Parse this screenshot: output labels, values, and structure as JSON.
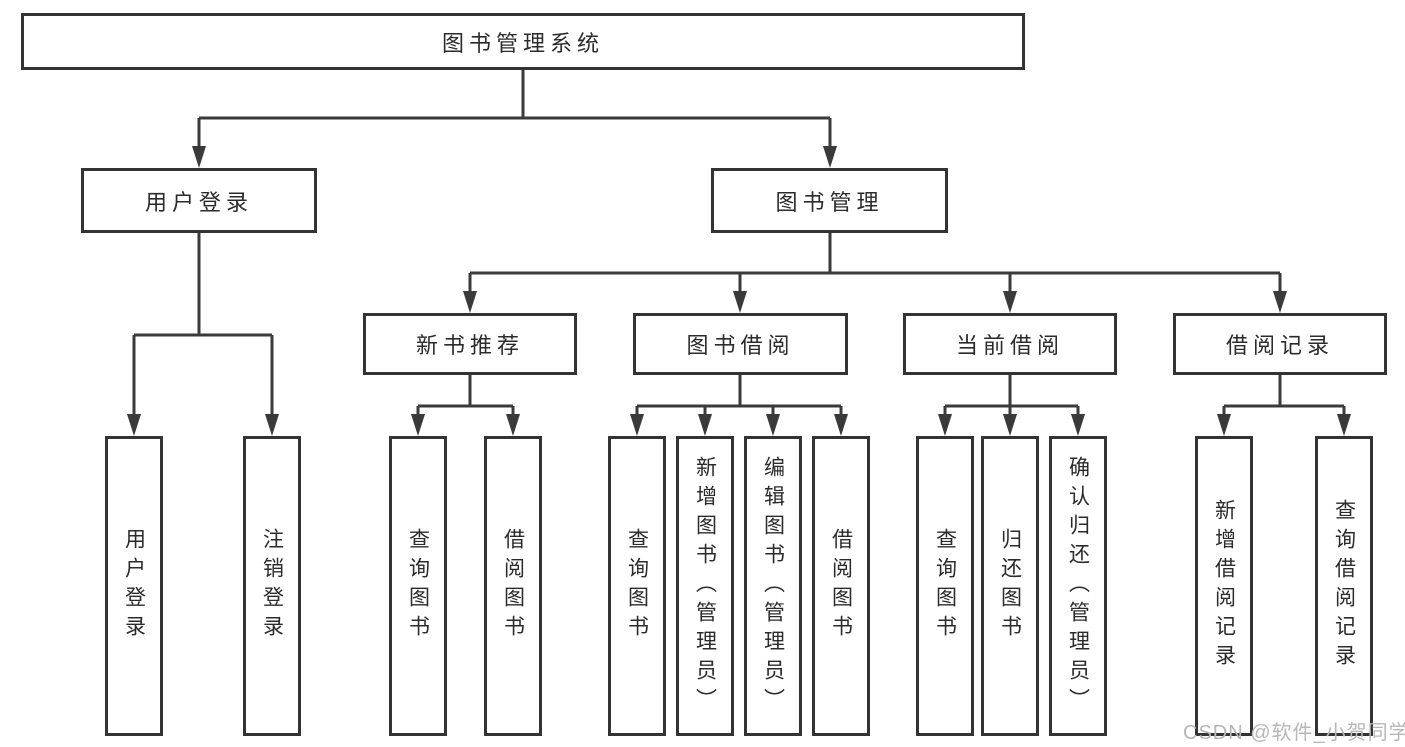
{
  "tree": {
    "label": "图书管理系统",
    "children": [
      {
        "label": "用户登录",
        "children": [
          {
            "label": "用户登录"
          },
          {
            "label": "注销登录"
          }
        ]
      },
      {
        "label": "图书管理",
        "children": [
          {
            "label": "新书推荐",
            "children": [
              {
                "label": "查询图书"
              },
              {
                "label": "借阅图书"
              }
            ]
          },
          {
            "label": "图书借阅",
            "children": [
              {
                "label": "查询图书"
              },
              {
                "label": "新增图书（管理员）"
              },
              {
                "label": "编辑图书（管理员）"
              },
              {
                "label": "借阅图书"
              }
            ]
          },
          {
            "label": "当前借阅",
            "children": [
              {
                "label": "查询图书"
              },
              {
                "label": "归还图书"
              },
              {
                "label": "确认归还（管理员）"
              }
            ]
          },
          {
            "label": "借阅记录",
            "children": [
              {
                "label": "新增借阅记录"
              },
              {
                "label": "查询借阅记录"
              }
            ]
          }
        ]
      }
    ]
  },
  "watermark": {
    "text": "CSDN @软件_小贺同学"
  },
  "colors": {
    "line": "#3a3a3a",
    "box_border": "#333333",
    "text": "#2b2b2b",
    "watermark": "#b7b7b7",
    "background": "#ffffff"
  }
}
